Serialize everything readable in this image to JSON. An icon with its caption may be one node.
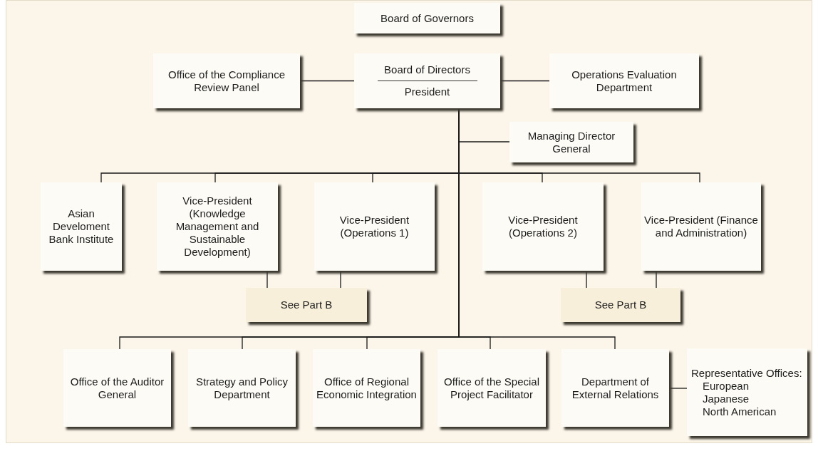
{
  "diagram": {
    "nodes": [
      {
        "text": [
          "Board of Governors"
        ]
      },
      {
        "text": [
          "Office of the Compliance Review Panel"
        ]
      },
      {
        "text": [
          "Board of Directors",
          "President"
        ]
      },
      {
        "text": [
          "Operations Evaluation Department"
        ]
      },
      {
        "text": [
          "Managing Director General"
        ]
      },
      {
        "text": [
          "Asian Develoment Bank Institute"
        ]
      },
      {
        "text": [
          "Vice-President (Knowledge Management and Sustainable Development)"
        ]
      },
      {
        "text": [
          "Vice-President (Operations 1)"
        ]
      },
      {
        "text": [
          "Vice-President (Operations 2)"
        ]
      },
      {
        "text": [
          "Vice-President (Finance and Administration)"
        ]
      },
      {
        "text": [
          "See Part B"
        ]
      },
      {
        "text": [
          "See Part B"
        ]
      },
      {
        "text": [
          "Office of the Auditor General"
        ]
      },
      {
        "text": [
          "Strategy and Policy Department"
        ]
      },
      {
        "text": [
          "Office of Regional Economic Integration"
        ]
      },
      {
        "text": [
          "Office of the Special Project Facilitator"
        ]
      },
      {
        "text": [
          "Department of External Relations"
        ]
      },
      {
        "text": [
          "Representative Offices:",
          "European",
          "Japanese",
          "North American"
        ]
      }
    ],
    "edges": [
      {
        "from": 1,
        "to": 2,
        "arrow": "none"
      },
      {
        "from": 2,
        "to": 3,
        "arrow": "none"
      },
      {
        "from": 2,
        "to": 4,
        "arrow": "none"
      },
      {
        "from": 2,
        "to": 5,
        "arrow": "none"
      },
      {
        "from": 2,
        "to": 6,
        "arrow": "none"
      },
      {
        "from": 2,
        "to": 7,
        "arrow": "none"
      },
      {
        "from": 2,
        "to": 8,
        "arrow": "none"
      },
      {
        "from": 2,
        "to": 9,
        "arrow": "none"
      },
      {
        "from": 6,
        "to": 10,
        "arrow": "none"
      },
      {
        "from": 7,
        "to": 10,
        "arrow": "none"
      },
      {
        "from": 8,
        "to": 11,
        "arrow": "none"
      },
      {
        "from": 9,
        "to": 11,
        "arrow": "none"
      },
      {
        "from": 2,
        "to": 12,
        "arrow": "none"
      },
      {
        "from": 2,
        "to": 13,
        "arrow": "none"
      },
      {
        "from": 2,
        "to": 14,
        "arrow": "none"
      },
      {
        "from": 2,
        "to": 15,
        "arrow": "none"
      },
      {
        "from": 2,
        "to": 16,
        "arrow": "none"
      },
      {
        "from": 16,
        "to": 17,
        "arrow": "none"
      }
    ]
  }
}
